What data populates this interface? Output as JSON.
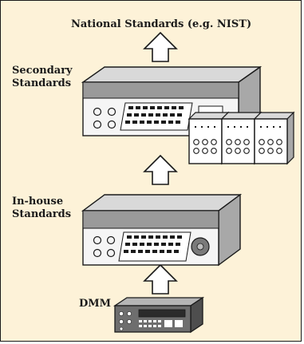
{
  "title": "National Standards (e.g. NIST)",
  "levels": {
    "secondary": {
      "line1": "Secondary",
      "line2": "Standards"
    },
    "inhouse": {
      "line1": "In-house",
      "line2": "Standards"
    },
    "dmm": {
      "label": "DMM"
    }
  },
  "colors": {
    "background": "#fdf2d8",
    "outline": "#1a1a1a",
    "instrument_top": "#d9d9d9",
    "instrument_side": "#a8a8a8",
    "dmm_body": "#6e6e6e"
  },
  "icons": [
    "up-arrow-icon",
    "calibrator-instrument-icon",
    "plug-in-module-icon",
    "benchtop-multimeter-icon",
    "dmm-icon"
  ]
}
